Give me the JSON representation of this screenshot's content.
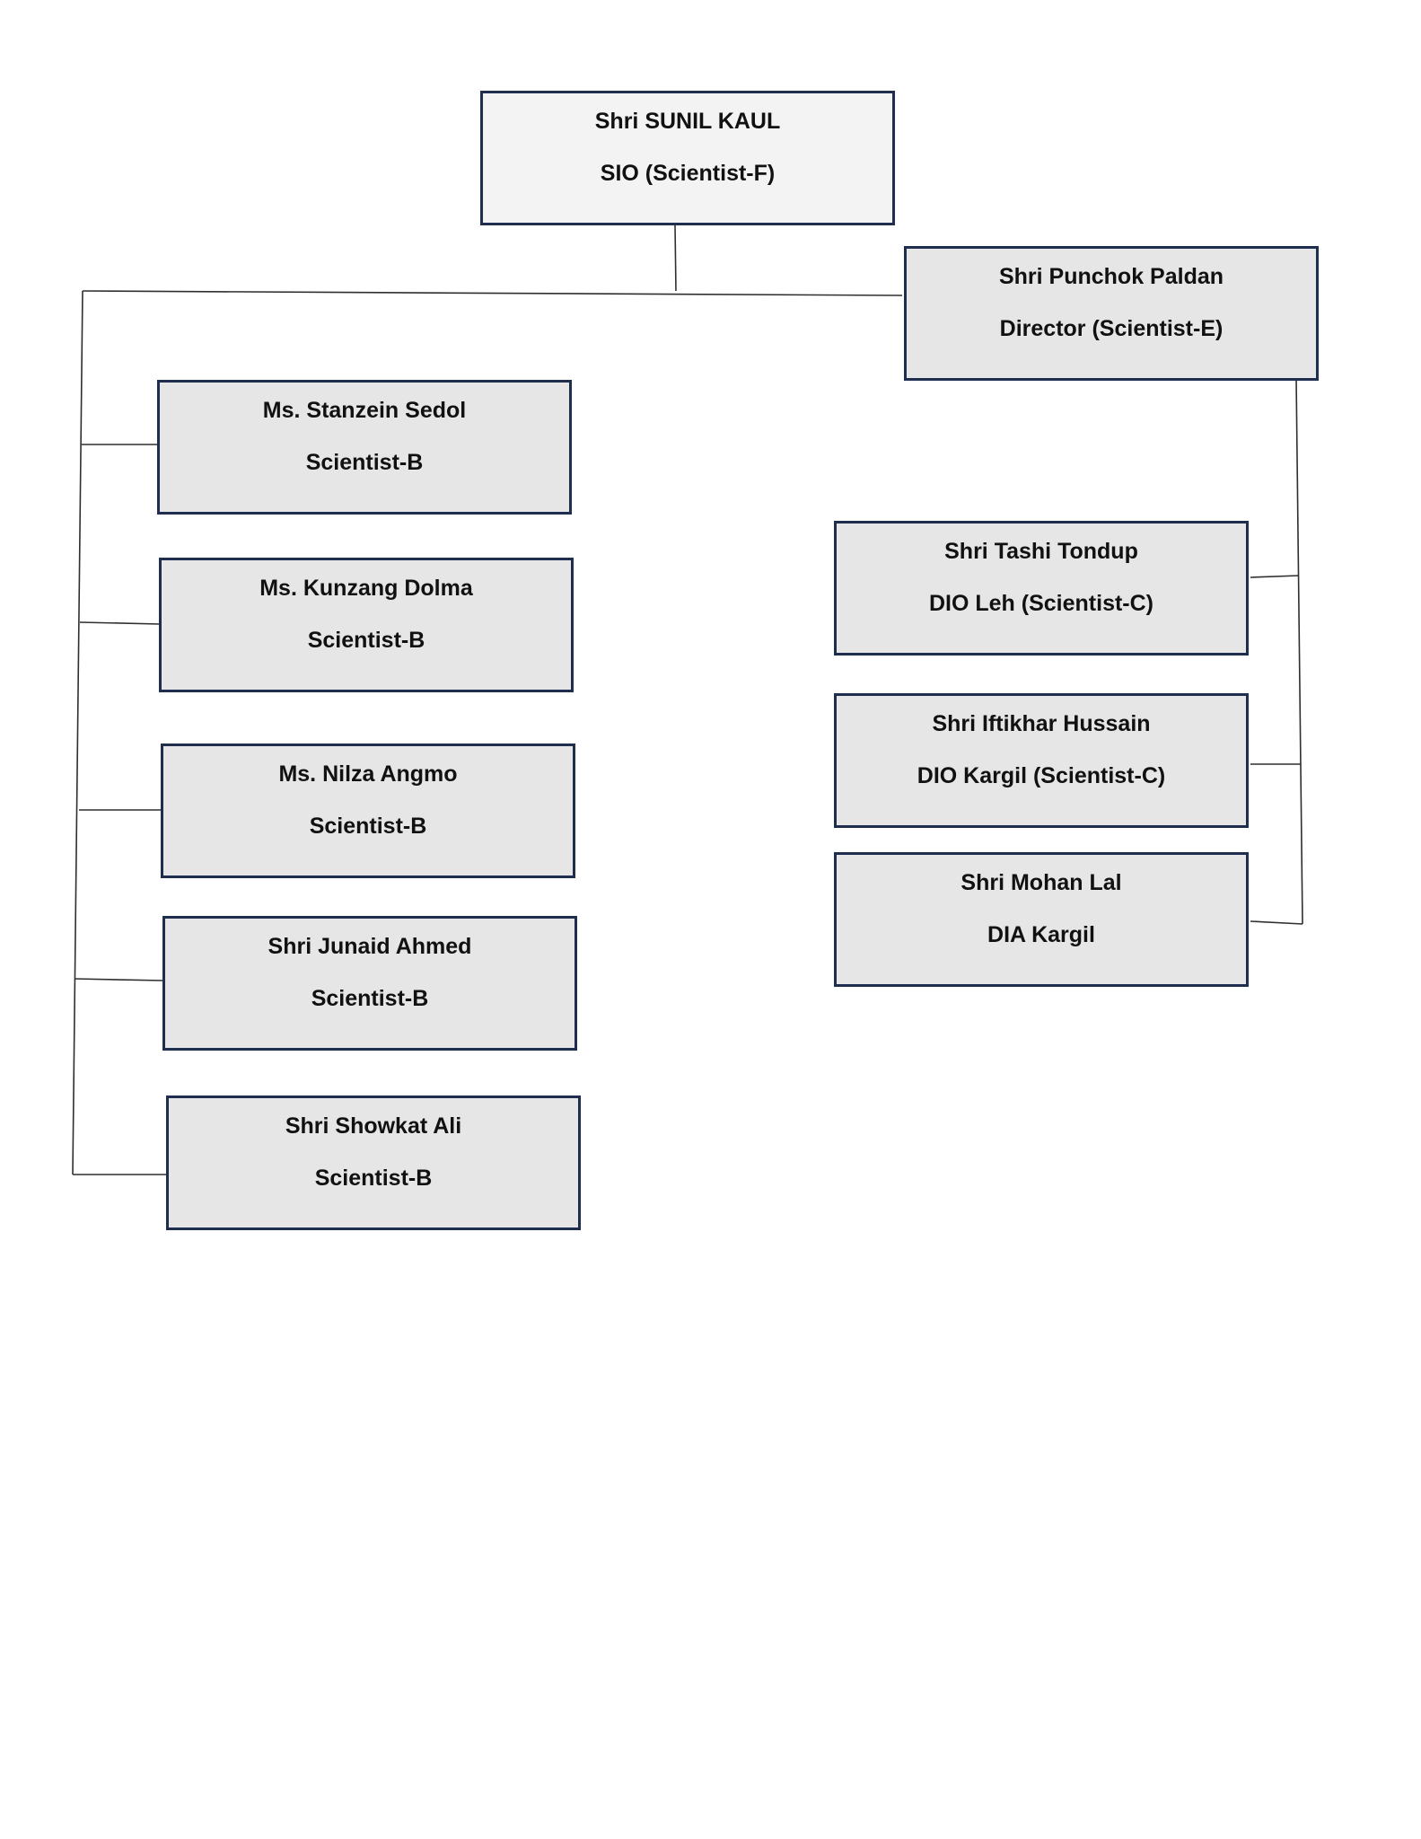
{
  "org_chart": {
    "head": {
      "name": "Shri SUNIL KAUL",
      "role": "SIO (Scientist-F)"
    },
    "director": {
      "name": "Shri Punchok Paldan",
      "role": "Director (Scientist-E)"
    },
    "left_staff": [
      {
        "name": "Ms. Stanzein Sedol",
        "role": "Scientist-B"
      },
      {
        "name": "Ms. Kunzang Dolma",
        "role": "Scientist-B"
      },
      {
        "name": "Ms. Nilza Angmo",
        "role": "Scientist-B"
      },
      {
        "name": "Shri Junaid Ahmed",
        "role": "Scientist-B"
      },
      {
        "name": "Shri Showkat Ali",
        "role": "Scientist-B"
      }
    ],
    "right_staff": [
      {
        "name": "Shri Tashi Tondup",
        "role": "DIO Leh (Scientist-C)"
      },
      {
        "name": "Shri Iftikhar Hussain",
        "role": "DIO Kargil (Scientist-C)"
      },
      {
        "name": "Shri Mohan Lal",
        "role": "DIA Kargil"
      }
    ],
    "colors": {
      "box_border": "#1f2e4f",
      "box_fill": "#e6e6e6",
      "head_fill": "#f3f3f3",
      "connector": "#2f2f2f"
    }
  }
}
